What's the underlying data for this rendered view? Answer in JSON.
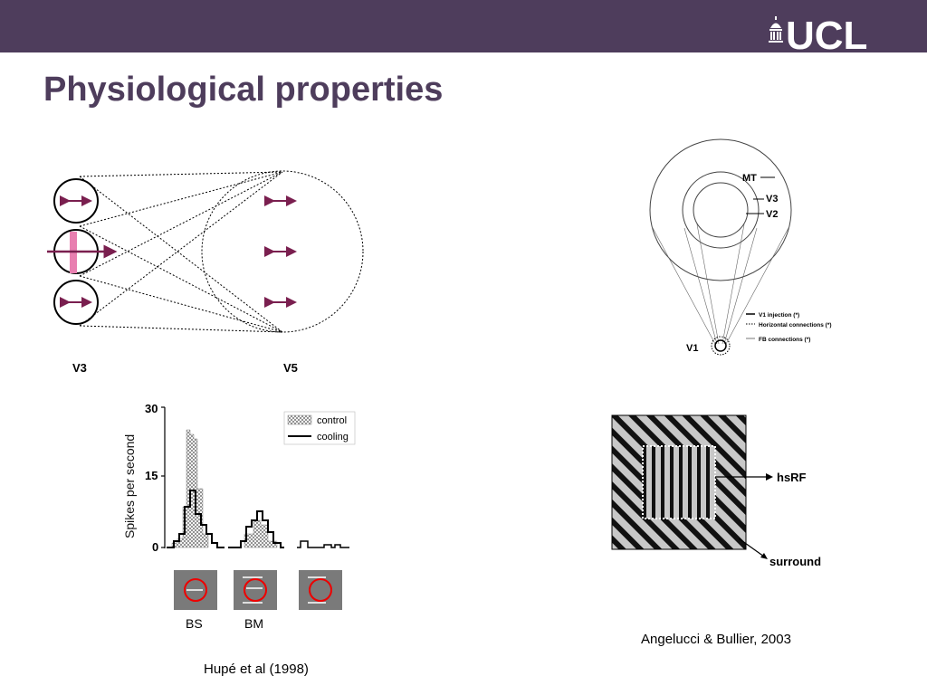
{
  "header": {
    "logo_text": "UCL",
    "title": "Physiological properties"
  },
  "diagram_rf": {
    "left_label": "V3",
    "right_label": "V5"
  },
  "histogram": {
    "ylabel": "Spikes per second",
    "yticks": [
      "30",
      "15",
      "0"
    ],
    "legend": [
      "control",
      "cooling"
    ],
    "conditions": [
      "BS",
      "BM"
    ]
  },
  "anatomy": {
    "ring_labels": [
      "MT",
      "V3",
      "V2"
    ],
    "center_label": "V1",
    "legend": [
      "V1 injection (*)",
      "Horizontal connections (*)",
      "FB connections (*)"
    ]
  },
  "grating": {
    "inner_label": "hsRF",
    "outer_label": "surround"
  },
  "captions": {
    "left": "Hupé et al (1998)",
    "right": "Angelucci & Bullier, 2003"
  }
}
